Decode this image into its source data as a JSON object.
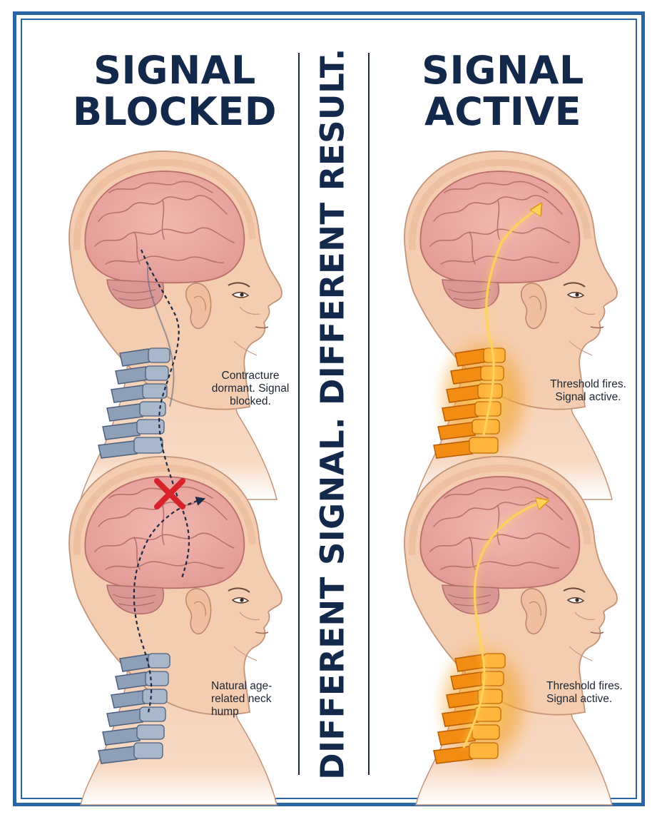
{
  "panels": {
    "left": {
      "title_line1": "SIGNAL",
      "title_line2": "BLOCKED",
      "caption_top": "Contracture dormant. Signal blocked.",
      "caption_bottom": "Natural age-related neck hump"
    },
    "right": {
      "title_line1": "SIGNAL",
      "title_line2": "ACTIVE",
      "caption_top": "Threshold fires. Signal active.",
      "caption_bottom": "Threshold fires. Signal active."
    }
  },
  "center_banner": "DIFFERENT SIGNAL. DIFFERENT RESULT.",
  "colors": {
    "frame": "#2a66a6",
    "title": "#13294b",
    "skin": "#f4cdb0",
    "brain": "#eba8a2",
    "spine_blocked": "#7d93ad",
    "spine_active": "#ef9a1e",
    "signal_glow": "#ffd86a",
    "block_mark": "#d8232a"
  },
  "icons": {
    "block_mark": "red-x-icon",
    "signal_path_blocked": "dashed-arrow-icon",
    "signal_path_active": "glowing-arrow-icon"
  }
}
